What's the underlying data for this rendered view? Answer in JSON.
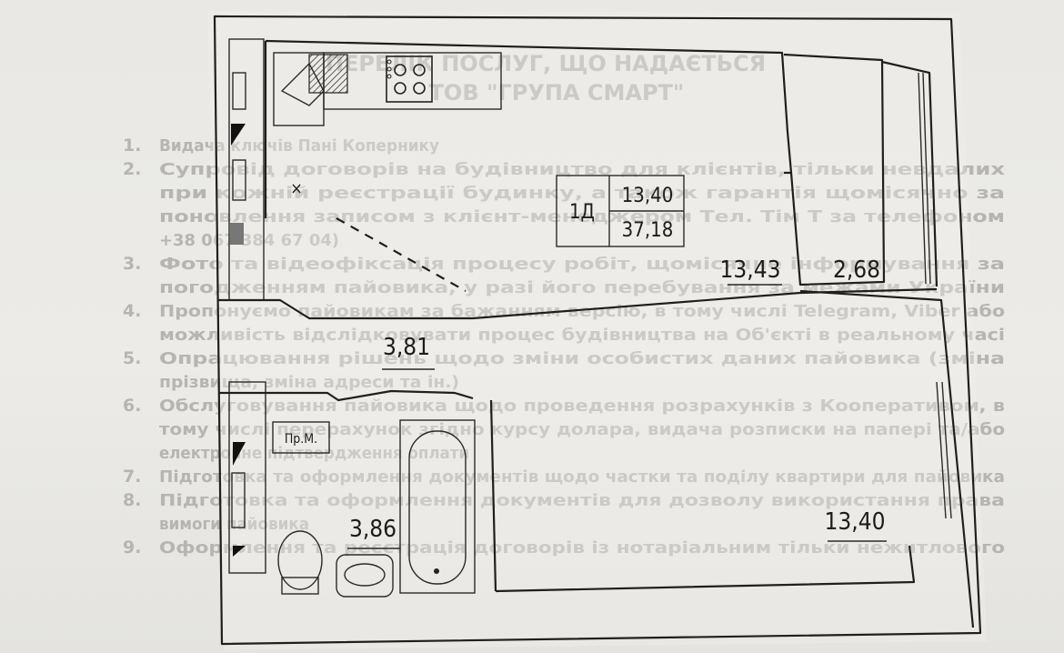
{
  "background_document": {
    "title_line_1": "ПЕРЕЛІК ПОСЛУГ, ЩО НАДАЄТЬСЯ",
    "title_line_2": "ТОВ \"ГРУПА СМАРТ\"",
    "items": [
      {
        "num": "1.",
        "lines": [
          "Видача ключів Пані Копернику"
        ]
      },
      {
        "num": "2.",
        "lines": [
          "Супровід договорів на будівництво для клієнтів, тільки невдалих",
          "при кожній реєстрації будинку, а також гарантія щомісячно за",
          "поновлення записом з клієнт-менеджером Тел. Тім Т за телефоном",
          "+38 067 384 67 04)"
        ]
      },
      {
        "num": "3.",
        "lines": [
          "Фото та відеофіксація процесу робіт, щомісячне інформування за",
          "погодженням пайовика, у разі його перебування за межами України"
        ]
      },
      {
        "num": "4.",
        "lines": [
          "Пропонуємо пайовикам за бажанням версію, в тому числі Telegram, Viber або",
          "можливість відслідковувати процес будівництва на Об'єкті в реальному часі"
        ]
      },
      {
        "num": "5.",
        "lines": [
          "Опрацювання рішень щодо зміни особистих даних пайовика (зміна",
          "прізвища, зміна адреси та ін.)"
        ]
      },
      {
        "num": "6.",
        "lines": [
          "Обслуговування пайовика щодо проведення розрахунків з Кооперативом, в",
          "тому числі перерахунок згідно курсу долара, видача розписки на папері та/або",
          "електронне підтвердження оплати"
        ]
      },
      {
        "num": "7.",
        "lines": [
          "Підготовка та оформлення документів щодо частки та поділу квартири для пайовика"
        ]
      },
      {
        "num": "8.",
        "lines": [
          "Підготовка та оформлення документів для дозволу використання права",
          "вимоги пайовика"
        ]
      },
      {
        "num": "9.",
        "lines": [
          "Оформлення та реєстрація договорів із нотаріальним тільки нежитлового"
        ]
      }
    ]
  },
  "floor_plan": {
    "apartment": {
      "code": "1Д",
      "living_area": "13,40",
      "total_area": "37,18"
    },
    "rooms": [
      {
        "id": "kitchen",
        "area": "13,43"
      },
      {
        "id": "storage",
        "area": "2,68"
      },
      {
        "id": "hallway",
        "area": "3,81"
      },
      {
        "id": "bathroom",
        "area": "3,86"
      },
      {
        "id": "living-room",
        "area": "13,40"
      }
    ],
    "labels": {
      "washer": "Пр.М.",
      "vent_mark": "×"
    }
  }
}
